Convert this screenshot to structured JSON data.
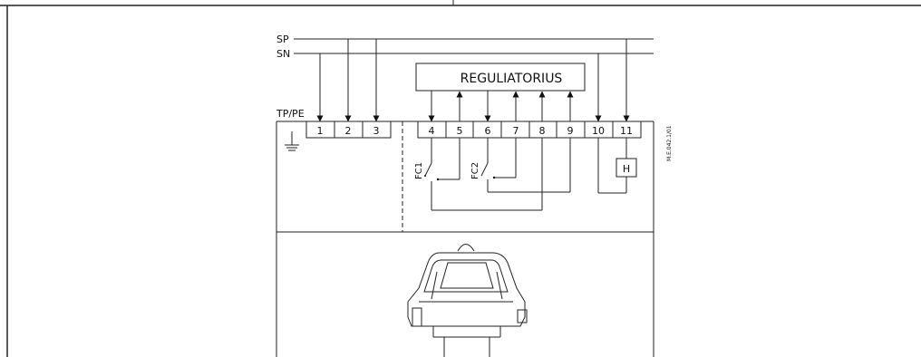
{
  "bus": {
    "sp": "SP",
    "sn": "SN"
  },
  "ground_label": "TP/PE",
  "regulator_label": "REGULIATORIUS",
  "terminals": [
    "1",
    "2",
    "3",
    "4",
    "5",
    "6",
    "7",
    "8",
    "9",
    "10",
    "11"
  ],
  "switches": {
    "fc1": "FC1",
    "fc2": "FC2"
  },
  "load_label": "H",
  "drawing_code": "M.E.042.1/01"
}
